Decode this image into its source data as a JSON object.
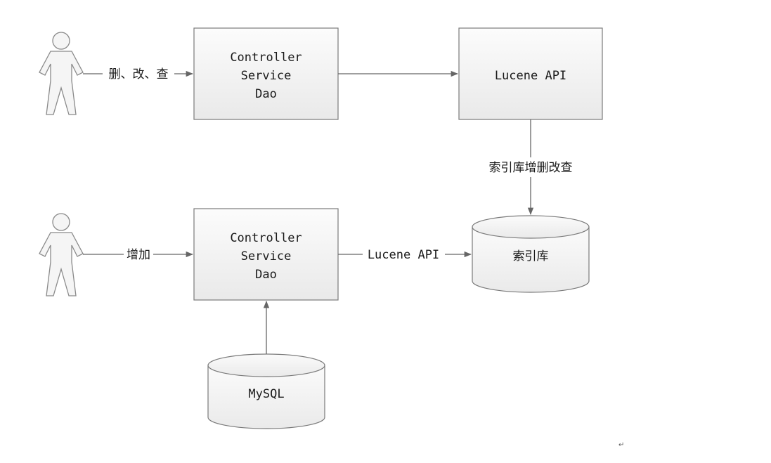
{
  "nodes": {
    "top_service": {
      "lines": [
        "Controller",
        "Service",
        "Dao"
      ]
    },
    "lucene_api": {
      "label": "Lucene API"
    },
    "bottom_service": {
      "lines": [
        "Controller",
        "Service",
        "Dao"
      ]
    },
    "index_db": {
      "label": "索引库"
    },
    "mysql_db": {
      "label": "MySQL"
    }
  },
  "edges": {
    "actor_top_to_service": "删、改、查",
    "actor_bottom_to_service": "增加",
    "service_to_index": "Lucene API",
    "lucene_to_index": "索引库增删改查"
  },
  "colors": {
    "box_fill_top": "#fcfcfc",
    "box_fill_bottom": "#e9e9e9",
    "stroke": "#7a7a7a",
    "line": "#666666"
  },
  "paragraph_mark": "↵"
}
